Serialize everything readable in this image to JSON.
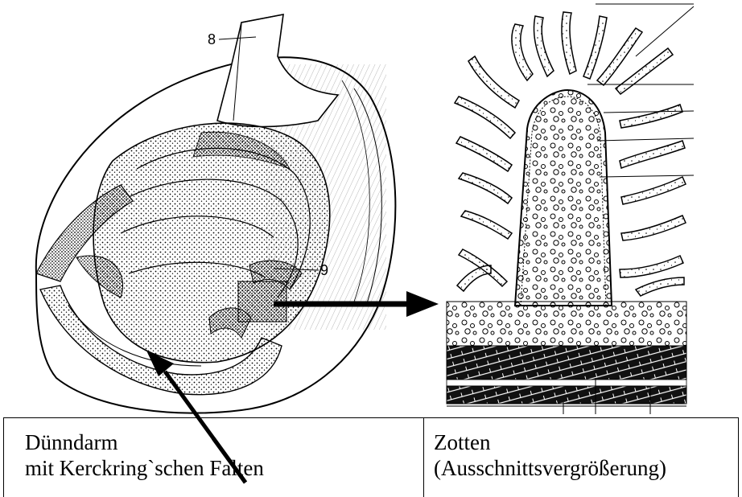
{
  "figure": {
    "label_8": "8",
    "label_9": "9"
  },
  "captions": {
    "left": {
      "line1": "Dünndarm",
      "line2": "mit Kerckring`schen Falten"
    },
    "right": {
      "line1": "Zotten",
      "line2": "(Ausschnittsvergrößerung)"
    }
  },
  "colors": {
    "ink": "#000000",
    "background": "#ffffff"
  }
}
